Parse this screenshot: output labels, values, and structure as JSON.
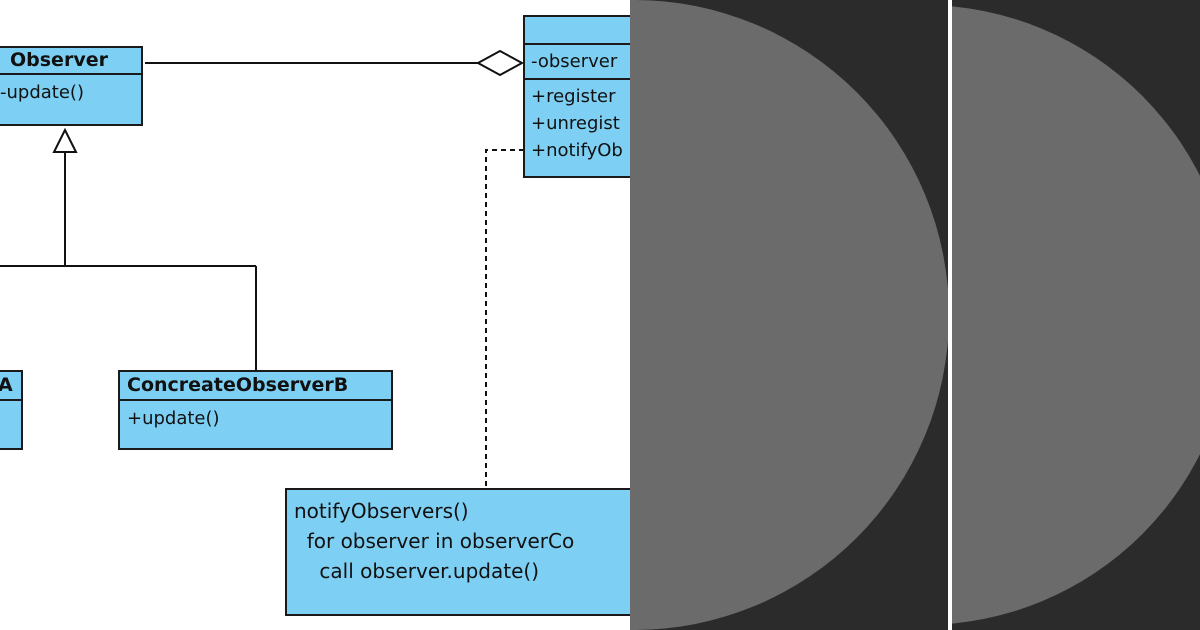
{
  "diagram": {
    "observer": {
      "title": "Observer",
      "op": "-update()"
    },
    "subject": {
      "attr": "-observer",
      "ops": [
        "+register",
        "+unregist",
        "+notifyOb"
      ]
    },
    "concrete_a": {
      "title": "A"
    },
    "concrete_b": {
      "title": "ConcreateObserverB",
      "op": "+update()"
    },
    "note": {
      "lines": [
        "notifyObservers()",
        "  for observer in observerCo",
        "    call observer.update()"
      ]
    }
  },
  "colors": {
    "uml_box_fill": "#7dd0f3",
    "panel_bg": "#2b2b2b",
    "moon_fill": "#6b6b6b",
    "divider": "#ffffff"
  }
}
